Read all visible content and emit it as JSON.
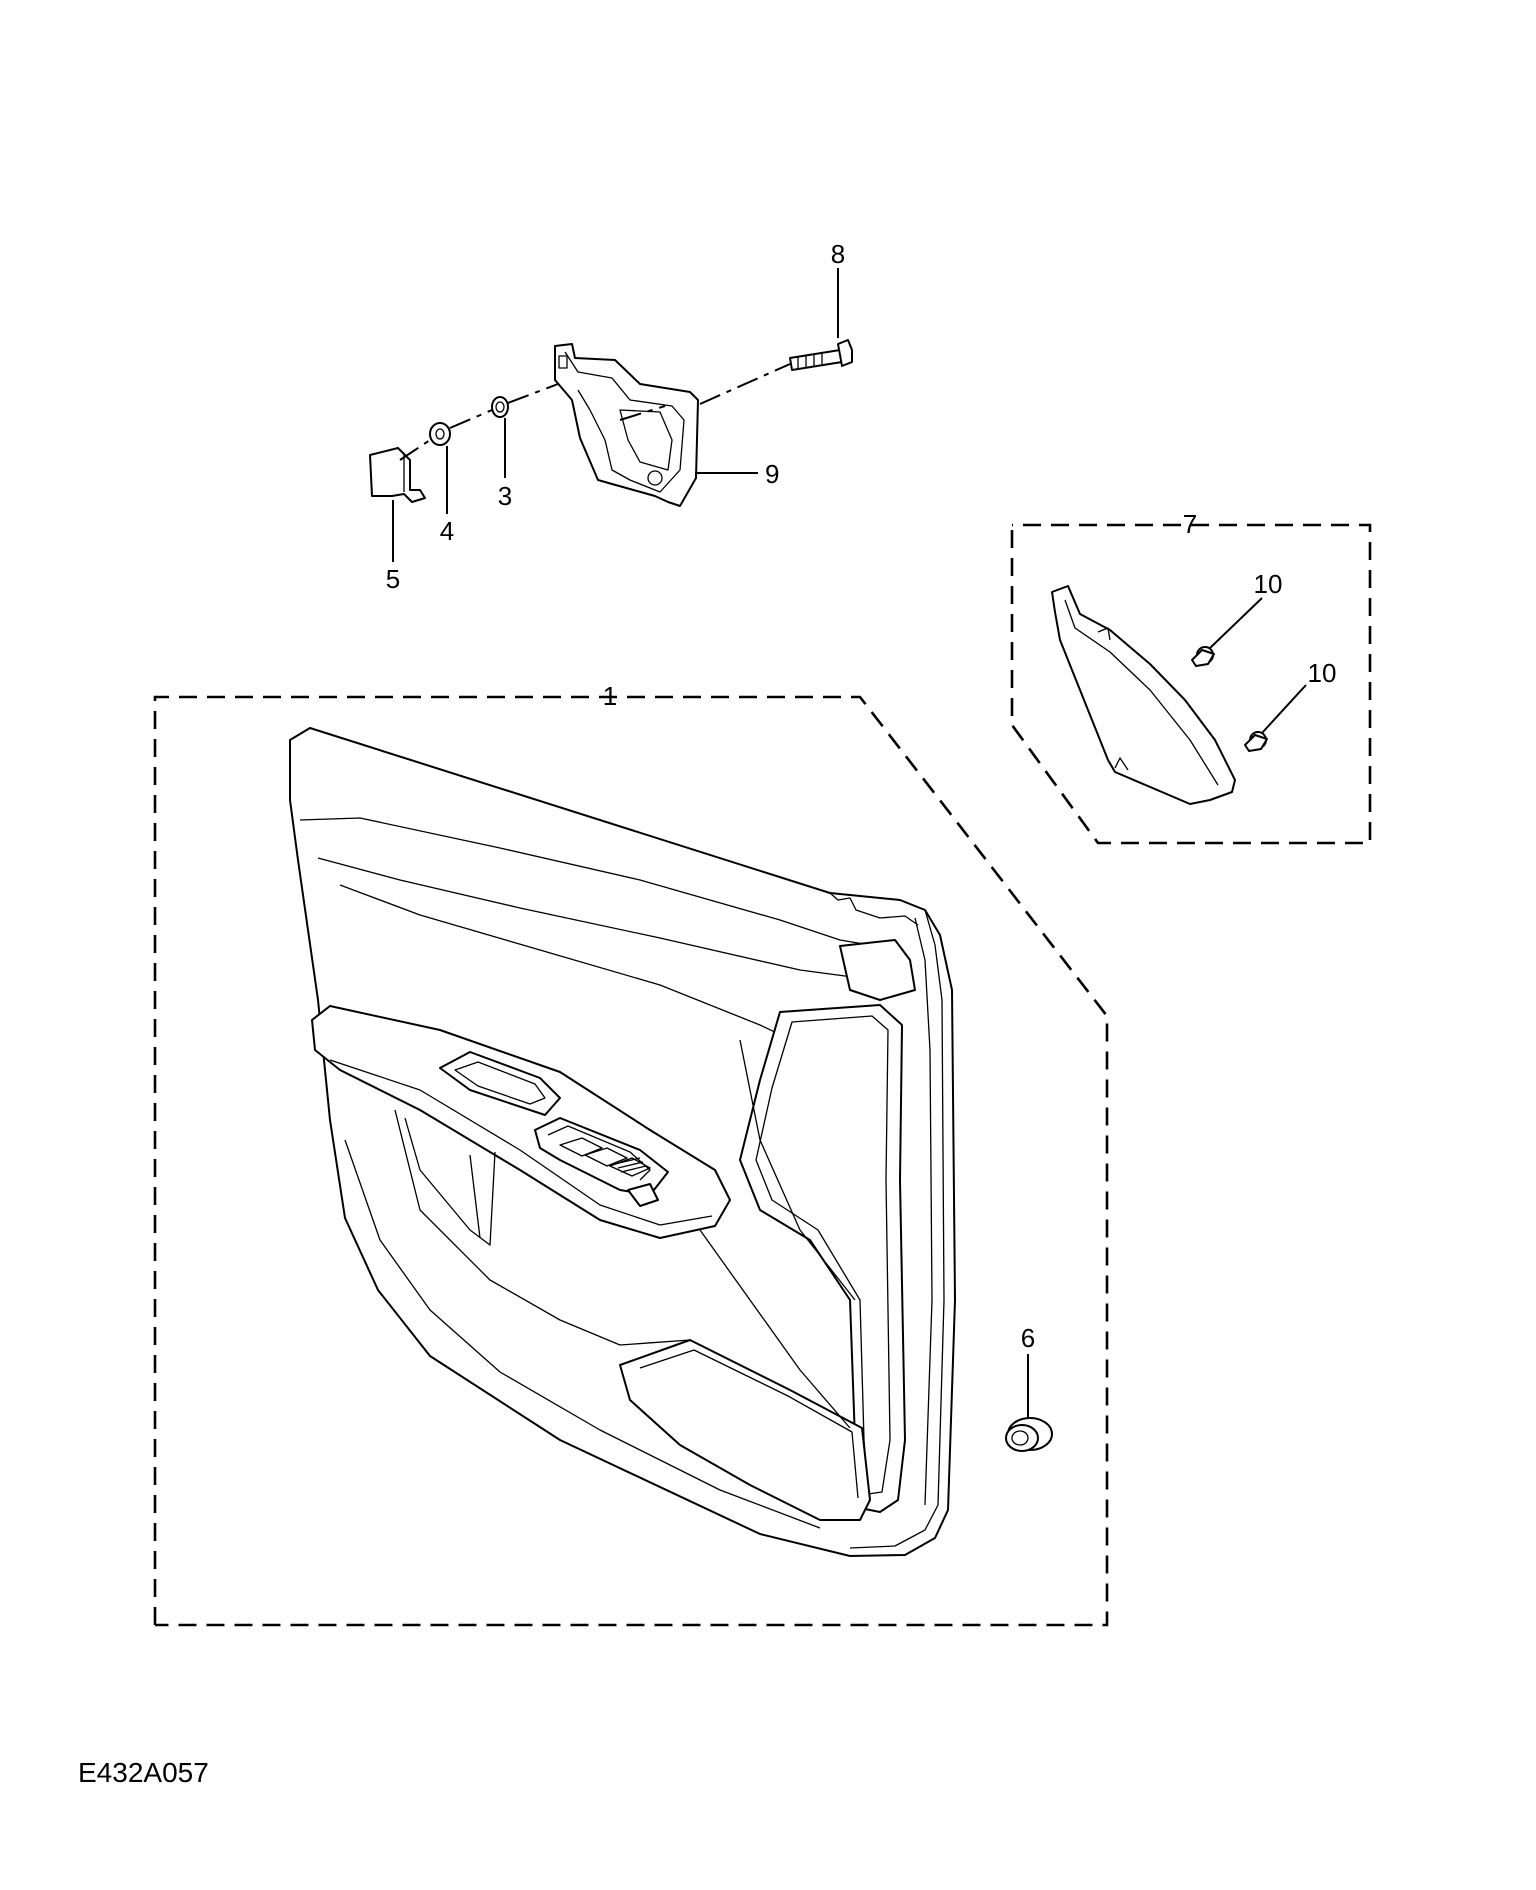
{
  "callouts": {
    "c1": "1",
    "c3": "3",
    "c4": "4",
    "c5": "5",
    "c6": "6",
    "c7": "7",
    "c8": "8",
    "c9": "9",
    "c10a": "10",
    "c10b": "10"
  },
  "figure_ref": "E432A057"
}
